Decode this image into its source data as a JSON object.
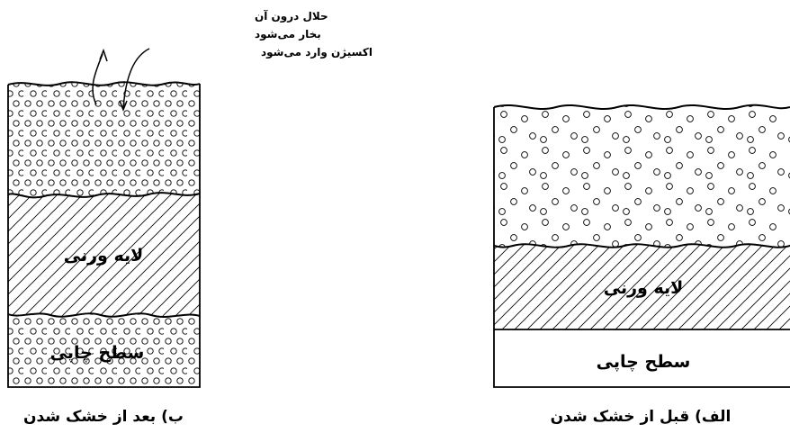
{
  "panel_b": {
    "note_lines": [
      "حلال درون آن",
      "بخار می‌شود",
      "اکسیژن وارد می‌شود"
    ],
    "varnish_label": "لایه ورنی",
    "print_label": "سطح چاپی",
    "caption": "ب) بعد از خشک شدن"
  },
  "panel_a": {
    "varnish_label": "لایه ورنی",
    "print_label": "سطح چاپی",
    "caption": "الف) قبل از خشک شدن"
  }
}
